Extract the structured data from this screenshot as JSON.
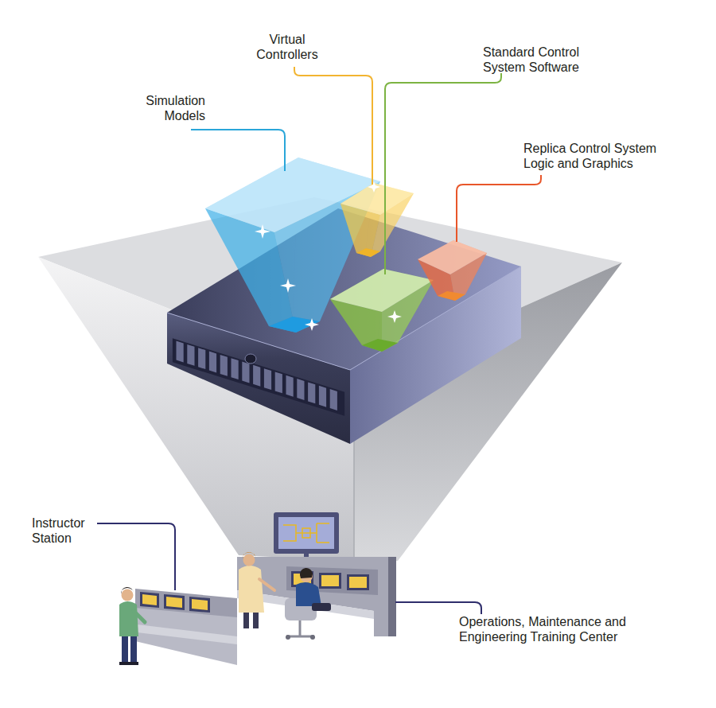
{
  "diagram": {
    "labels": [
      "Virtual Controllers",
      "Standard Control System Software",
      "Simulation Models",
      "Replica Control System Logic and Graphics",
      "Instructor Station",
      "Operations, Maintenance and Engineering Training Center"
    ]
  }
}
